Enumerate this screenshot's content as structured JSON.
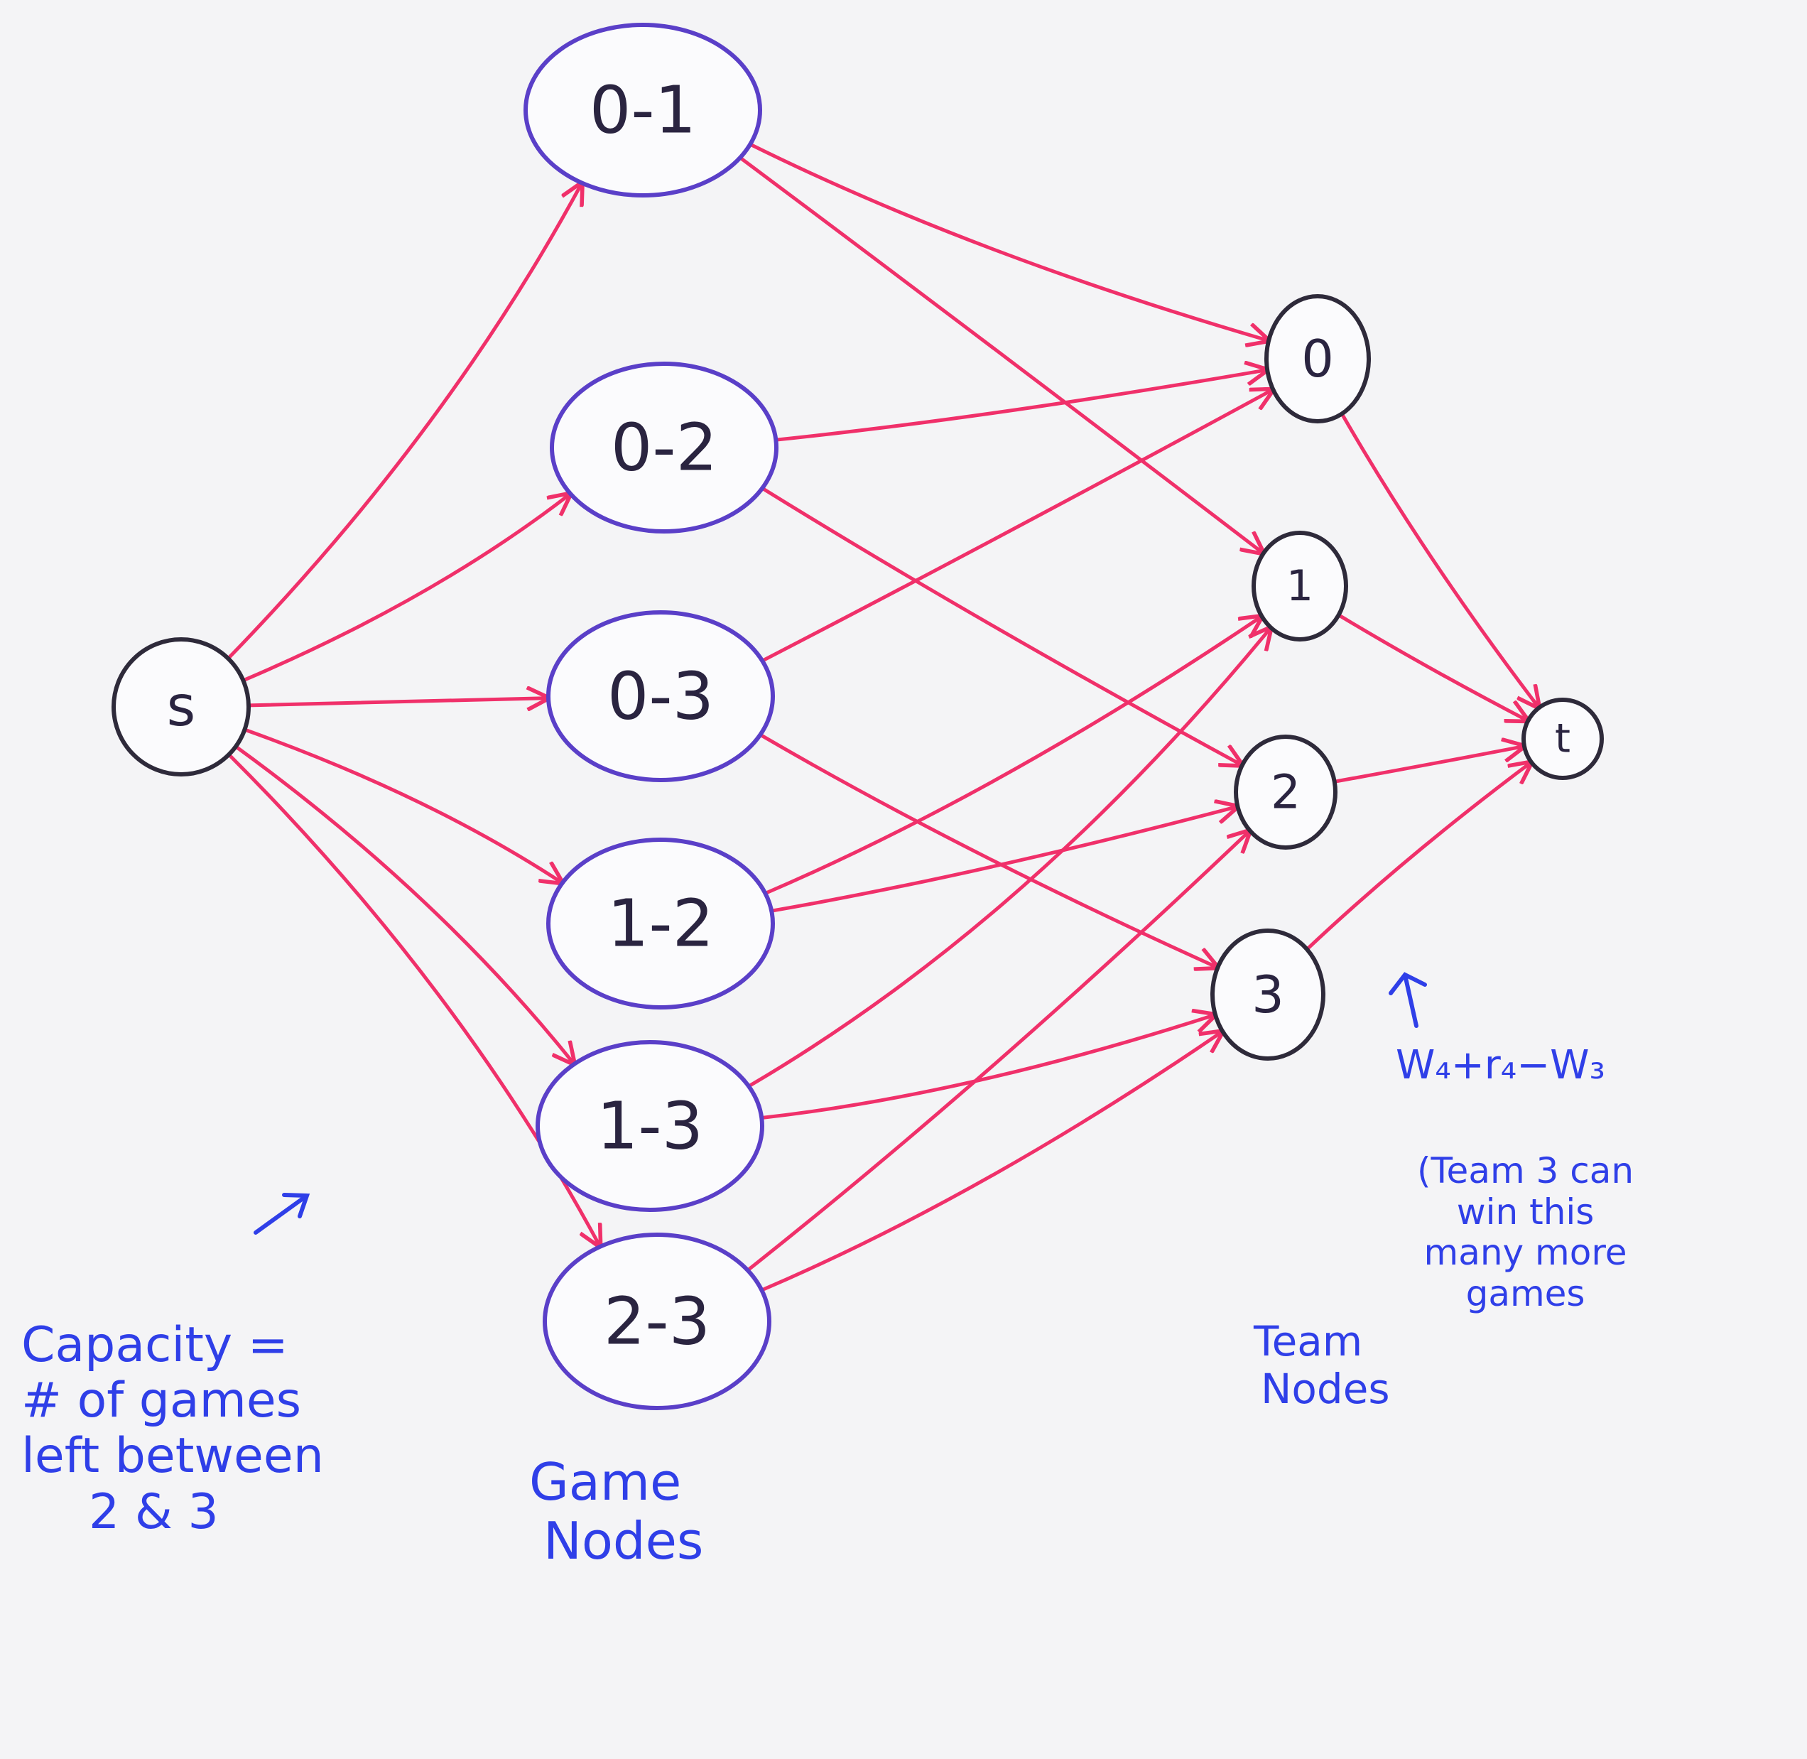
{
  "nodes": [
    {
      "id": "s",
      "label": "s",
      "kind": "source"
    },
    {
      "id": "g01",
      "label": "0-1",
      "kind": "game"
    },
    {
      "id": "g02",
      "label": "0-2",
      "kind": "game"
    },
    {
      "id": "g03",
      "label": "0-3",
      "kind": "game"
    },
    {
      "id": "g12",
      "label": "1-2",
      "kind": "game"
    },
    {
      "id": "g13",
      "label": "1-3",
      "kind": "game"
    },
    {
      "id": "g23",
      "label": "2-3",
      "kind": "game"
    },
    {
      "id": "t0",
      "label": "0",
      "kind": "team"
    },
    {
      "id": "t1",
      "label": "1",
      "kind": "team"
    },
    {
      "id": "t2",
      "label": "2",
      "kind": "team"
    },
    {
      "id": "t3",
      "label": "3",
      "kind": "team"
    },
    {
      "id": "t",
      "label": "t",
      "kind": "sink"
    }
  ],
  "edges": [
    {
      "from": "s",
      "to": "g01"
    },
    {
      "from": "s",
      "to": "g02"
    },
    {
      "from": "s",
      "to": "g03"
    },
    {
      "from": "s",
      "to": "g12"
    },
    {
      "from": "s",
      "to": "g13"
    },
    {
      "from": "s",
      "to": "g23"
    },
    {
      "from": "g01",
      "to": "t0"
    },
    {
      "from": "g01",
      "to": "t1"
    },
    {
      "from": "g02",
      "to": "t0"
    },
    {
      "from": "g02",
      "to": "t2"
    },
    {
      "from": "g03",
      "to": "t0"
    },
    {
      "from": "g03",
      "to": "t3"
    },
    {
      "from": "g12",
      "to": "t1"
    },
    {
      "from": "g12",
      "to": "t2"
    },
    {
      "from": "g13",
      "to": "t1"
    },
    {
      "from": "g13",
      "to": "t3"
    },
    {
      "from": "g23",
      "to": "t2"
    },
    {
      "from": "g23",
      "to": "t3"
    },
    {
      "from": "t0",
      "to": "t"
    },
    {
      "from": "t1",
      "to": "t"
    },
    {
      "from": "t2",
      "to": "t"
    },
    {
      "from": "t3",
      "to": "t"
    }
  ],
  "annotations": {
    "capacity": [
      "Capacity =",
      "# of games",
      "left between",
      "2 & 3"
    ],
    "game_nodes": [
      "Game",
      "Nodes"
    ],
    "team_nodes": [
      "Team",
      "Nodes"
    ],
    "formula": "W₄+r₄−W₃",
    "team_note": [
      "(Team 3 can",
      "win this",
      "many more",
      "games"
    ]
  },
  "colors": {
    "edge": "#f0306a",
    "game_node": "#5a3fc8",
    "other_node": "#2e2a3a",
    "annotation": "#2f3fe8"
  }
}
